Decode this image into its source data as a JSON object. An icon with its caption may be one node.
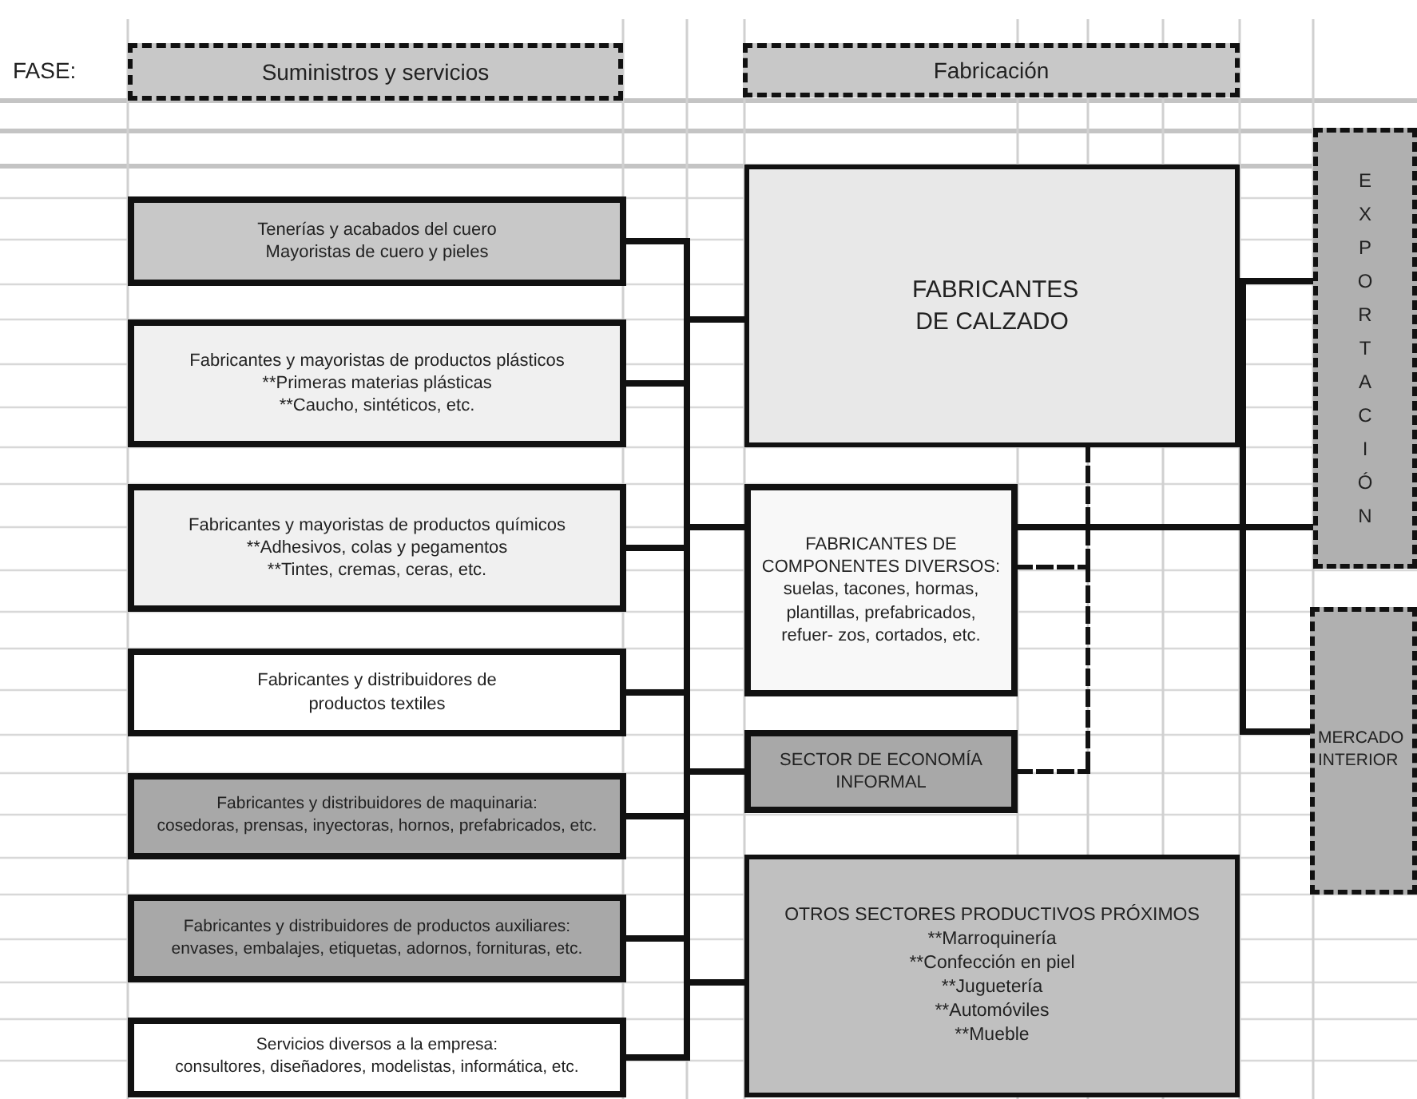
{
  "diagram": {
    "nodes": [
      {
        "text": [
          "Suministros y servicios"
        ]
      },
      {
        "text": [
          "Fabricación"
        ]
      },
      {
        "text": [
          "Tenerías y acabados del cuero",
          "Mayoristas de cuero y pieles"
        ]
      },
      {
        "text": [
          "Fabricantes y mayoristas de productos plásticos",
          "**Primeras materias plásticas",
          "**Caucho, sintéticos, etc."
        ]
      },
      {
        "text": [
          "Fabricantes y mayoristas de productos químicos",
          "**Adhesivos, colas y pegamentos",
          "**Tintes, cremas, ceras, etc."
        ]
      },
      {
        "text": [
          "Fabricantes y distribuidores de productos textiles"
        ]
      },
      {
        "text": [
          "Fabricantes y distribuidores de maquinaria:",
          "cosedoras, prensas, inyectoras, hornos, prefabricados, etc."
        ]
      },
      {
        "text": [
          "Fabricantes y distribuidores de productos auxiliares:",
          "envases, embalajes, etiquetas, adornos, fornituras, etc."
        ]
      },
      {
        "text": [
          "Servicios diversos a la empresa:",
          "consultores, diseñadores, modelistas, informática, etc."
        ]
      },
      {
        "text": [
          "FABRICANTES DE CALZADO"
        ]
      },
      {
        "text": [
          "FABRICANTES DE COMPONENTES DIVERSOS:",
          "suelas, tacones, hormas, plantillas, prefabricados, refuer- zos, cortados, etc."
        ]
      },
      {
        "text": [
          "SECTOR DE ECONOMÍA INFORMAL"
        ]
      },
      {
        "text": [
          "OTROS SECTORES PRODUCTIVOS PRÓXIMOS",
          "**Marroquinería",
          "**Confección en piel",
          "**Juguetería",
          "**Automóviles",
          "**Mueble"
        ]
      },
      {
        "text": [
          "EXPORTACIÓN"
        ]
      },
      {
        "text": [
          "MERCADO INTERIOR"
        ]
      }
    ],
    "edges": [
      {
        "from": 2,
        "to": 9,
        "arrow": "none"
      },
      {
        "from": 2,
        "to": 10,
        "arrow": "none"
      },
      {
        "from": 2,
        "to": 11,
        "arrow": "none"
      },
      {
        "from": 2,
        "to": 12,
        "arrow": "none"
      },
      {
        "from": 3,
        "to": 9,
        "arrow": "none"
      },
      {
        "from": 3,
        "to": 10,
        "arrow": "none"
      },
      {
        "from": 3,
        "to": 11,
        "arrow": "none"
      },
      {
        "from": 3,
        "to": 12,
        "arrow": "none"
      },
      {
        "from": 4,
        "to": 9,
        "arrow": "none"
      },
      {
        "from": 4,
        "to": 10,
        "arrow": "none"
      },
      {
        "from": 4,
        "to": 11,
        "arrow": "none"
      },
      {
        "from": 4,
        "to": 12,
        "arrow": "none"
      },
      {
        "from": 5,
        "to": 9,
        "arrow": "none"
      },
      {
        "from": 5,
        "to": 10,
        "arrow": "none"
      },
      {
        "from": 5,
        "to": 11,
        "arrow": "none"
      },
      {
        "from": 5,
        "to": 12,
        "arrow": "none"
      },
      {
        "from": 6,
        "to": 9,
        "arrow": "none"
      },
      {
        "from": 6,
        "to": 10,
        "arrow": "none"
      },
      {
        "from": 6,
        "to": 11,
        "arrow": "none"
      },
      {
        "from": 6,
        "to": 12,
        "arrow": "none"
      },
      {
        "from": 7,
        "to": 9,
        "arrow": "none"
      },
      {
        "from": 7,
        "to": 10,
        "arrow": "none"
      },
      {
        "from": 7,
        "to": 11,
        "arrow": "none"
      },
      {
        "from": 7,
        "to": 12,
        "arrow": "none"
      },
      {
        "from": 8,
        "to": 9,
        "arrow": "none"
      },
      {
        "from": 8,
        "to": 10,
        "arrow": "none"
      },
      {
        "from": 8,
        "to": 11,
        "arrow": "none"
      },
      {
        "from": 8,
        "to": 12,
        "arrow": "none"
      },
      {
        "from": 9,
        "to": 13,
        "arrow": "none"
      },
      {
        "from": 9,
        "to": 14,
        "arrow": "none"
      },
      {
        "from": 10,
        "to": 13,
        "arrow": "none"
      },
      {
        "from": 10,
        "to": 14,
        "arrow": "none"
      },
      {
        "from": 9,
        "to": 11,
        "arrow": "none",
        "style": "dashed"
      },
      {
        "from": 10,
        "to": 11,
        "arrow": "none",
        "style": "dashed"
      }
    ],
    "labels": [
      "FASE:"
    ]
  }
}
